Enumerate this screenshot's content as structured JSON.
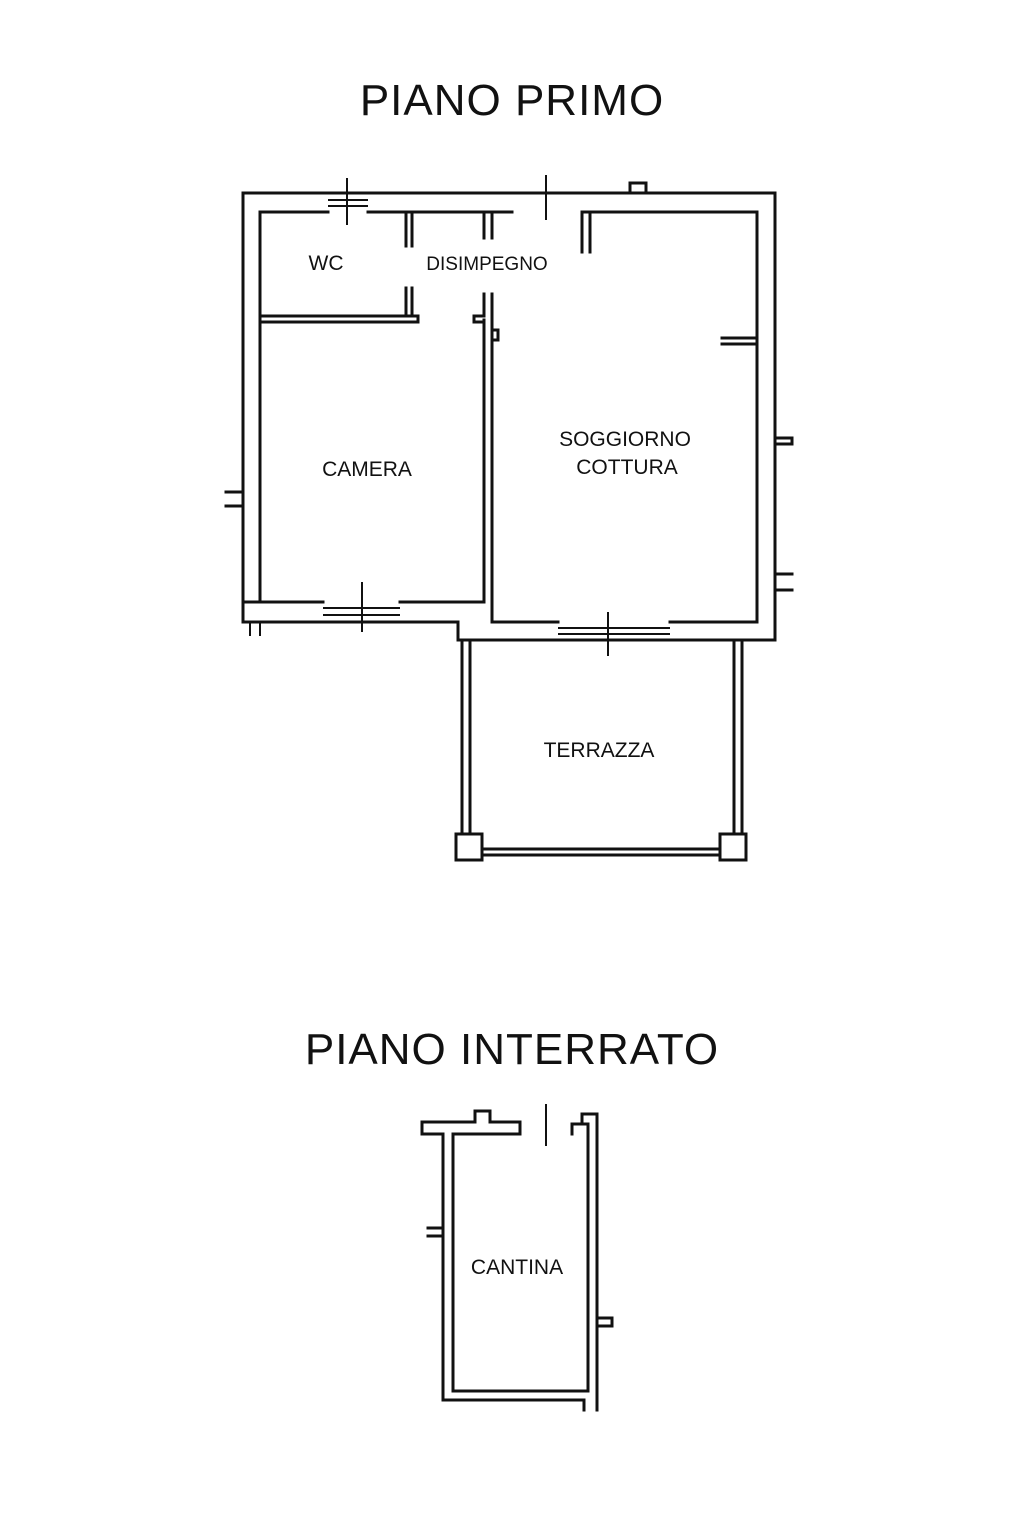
{
  "floors": [
    {
      "title": "PIANO  PRIMO",
      "rooms": {
        "wc": "WC",
        "disimpegno": "DISIMPEGNO",
        "camera": "CAMERA",
        "soggiorno_line1": "SOGGIORNO",
        "soggiorno_line2": "COTTURA",
        "terrazza": "TERRAZZA"
      }
    },
    {
      "title": "PIANO  INTERRATO",
      "rooms": {
        "cantina": "CANTINA"
      }
    }
  ],
  "colors": {
    "line": "#111111",
    "background": "#ffffff"
  }
}
